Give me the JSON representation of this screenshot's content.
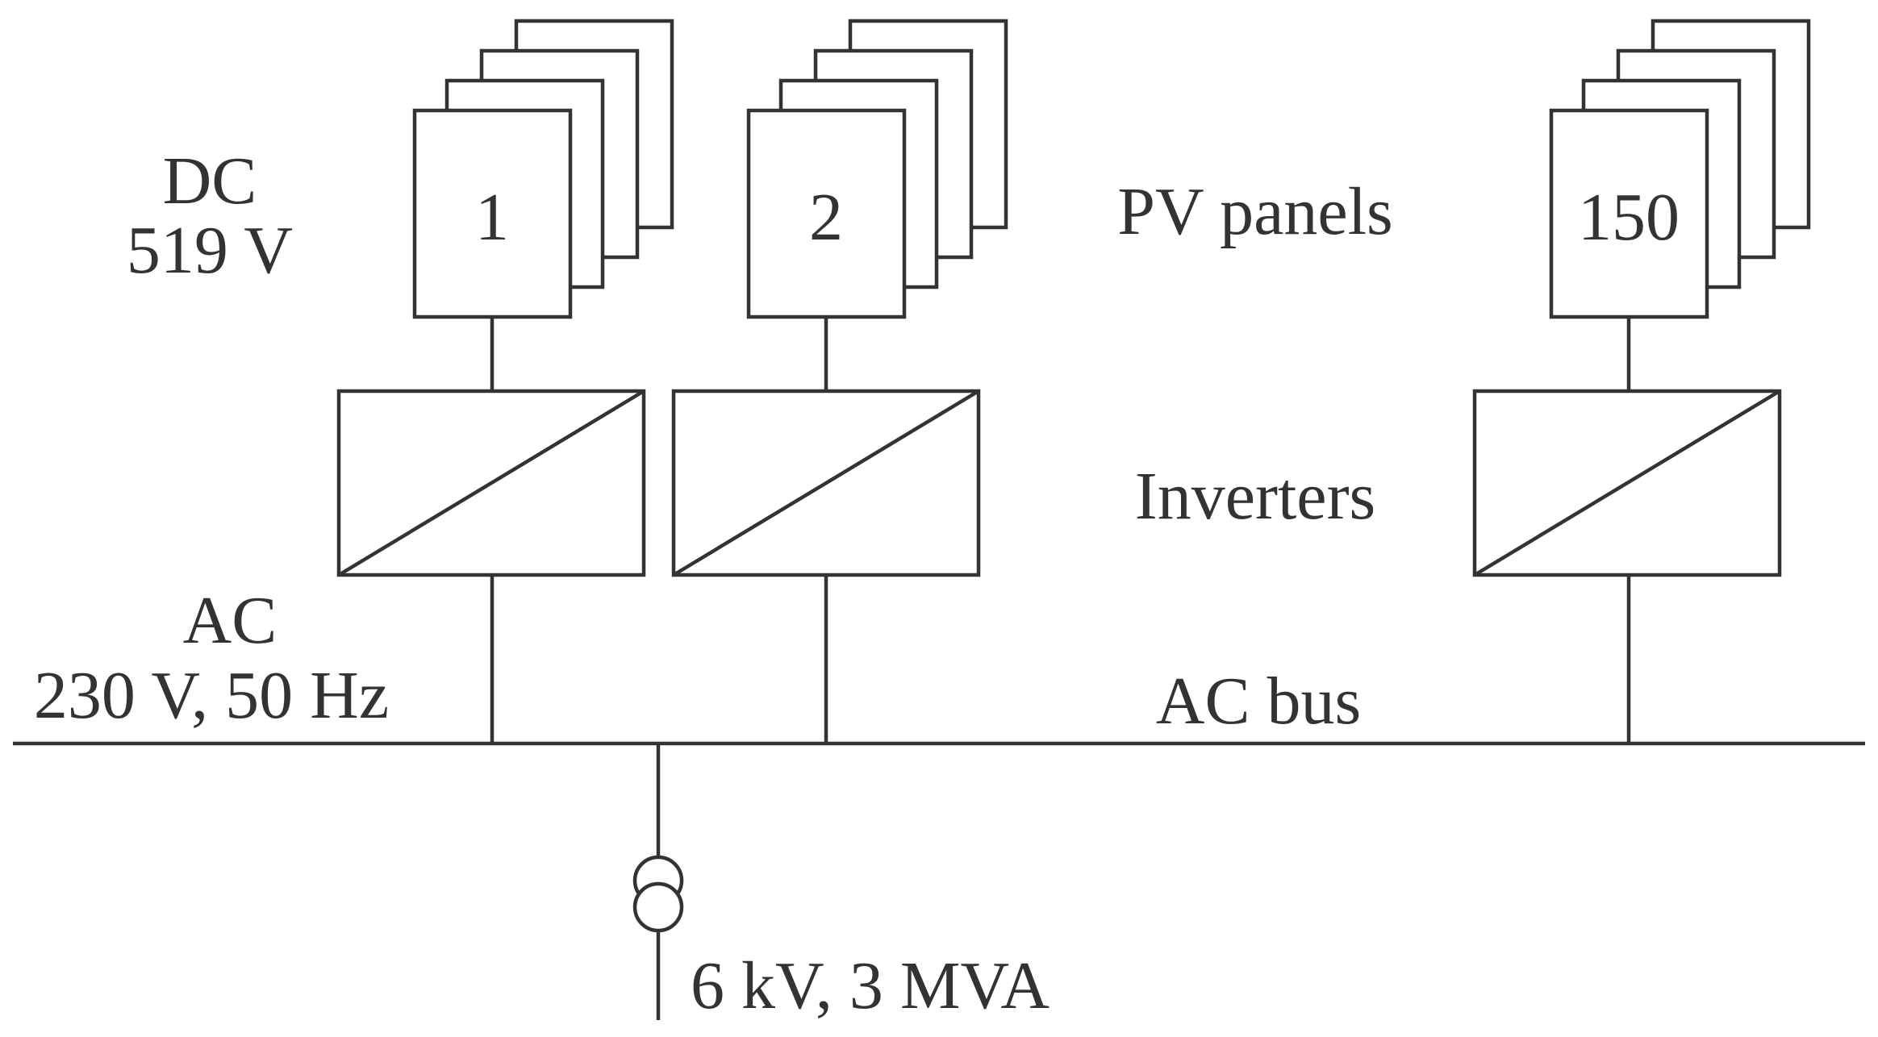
{
  "dc_label": {
    "line1": "DC",
    "line2": "519 V"
  },
  "ac_label": {
    "line1": "AC",
    "line2": "230 V, 50 Hz"
  },
  "pv_panels_label": "PV panels",
  "inverters_label": "Inverters",
  "ac_bus_label": "AC bus",
  "transformer_label": "6 kV, 3 MVA",
  "strings": [
    {
      "number": "1"
    },
    {
      "number": "2"
    },
    {
      "number": "150"
    }
  ],
  "colors": {
    "line": "#333333",
    "background": "#ffffff"
  }
}
